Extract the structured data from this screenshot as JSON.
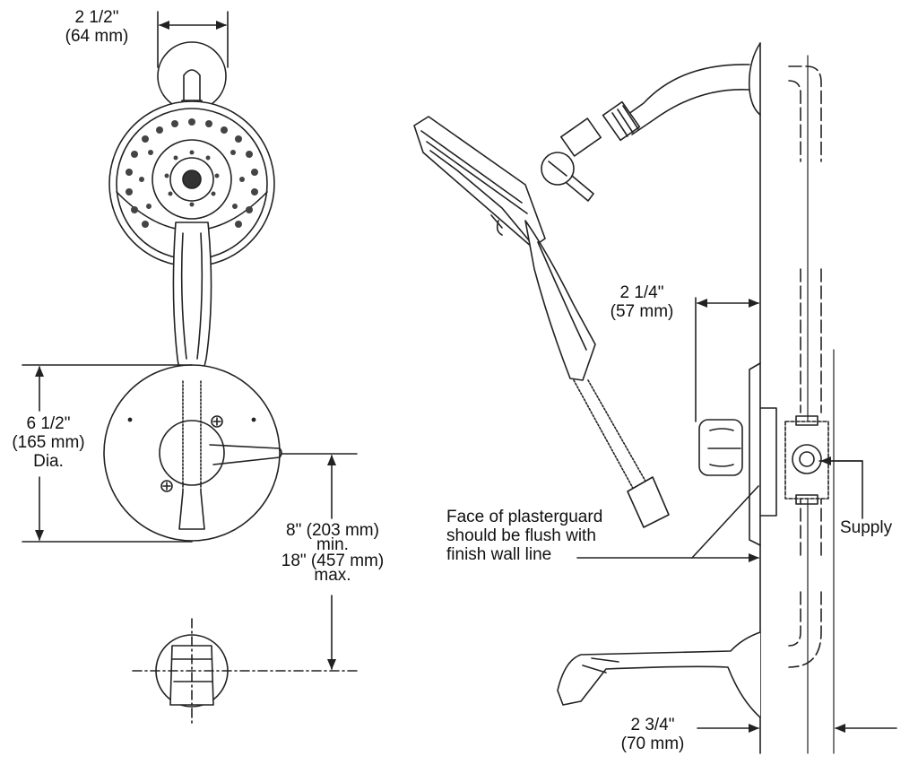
{
  "dimensions": {
    "arm_flange_width": {
      "imperial": "2 1/2\"",
      "metric": "(64 mm)"
    },
    "escutcheon_dia": {
      "imperial": "6 1/2\"",
      "metric": "(165 mm)",
      "suffix": "Dia."
    },
    "valve_to_spout": {
      "line1": "8\" (203 mm)",
      "line2": "min.",
      "line3": "18\" (457 mm)",
      "line4": "max."
    },
    "valve_projection": {
      "imperial": "2 1/4\"",
      "metric": "(57 mm)"
    },
    "spout_projection": {
      "imperial": "2 3/4\"",
      "metric": "(70 mm)"
    }
  },
  "notes": {
    "plasterguard_line1": "Face of plasterguard",
    "plasterguard_line2": "should be flush with",
    "plasterguard_line3": "finish wall line",
    "supply": "Supply"
  }
}
